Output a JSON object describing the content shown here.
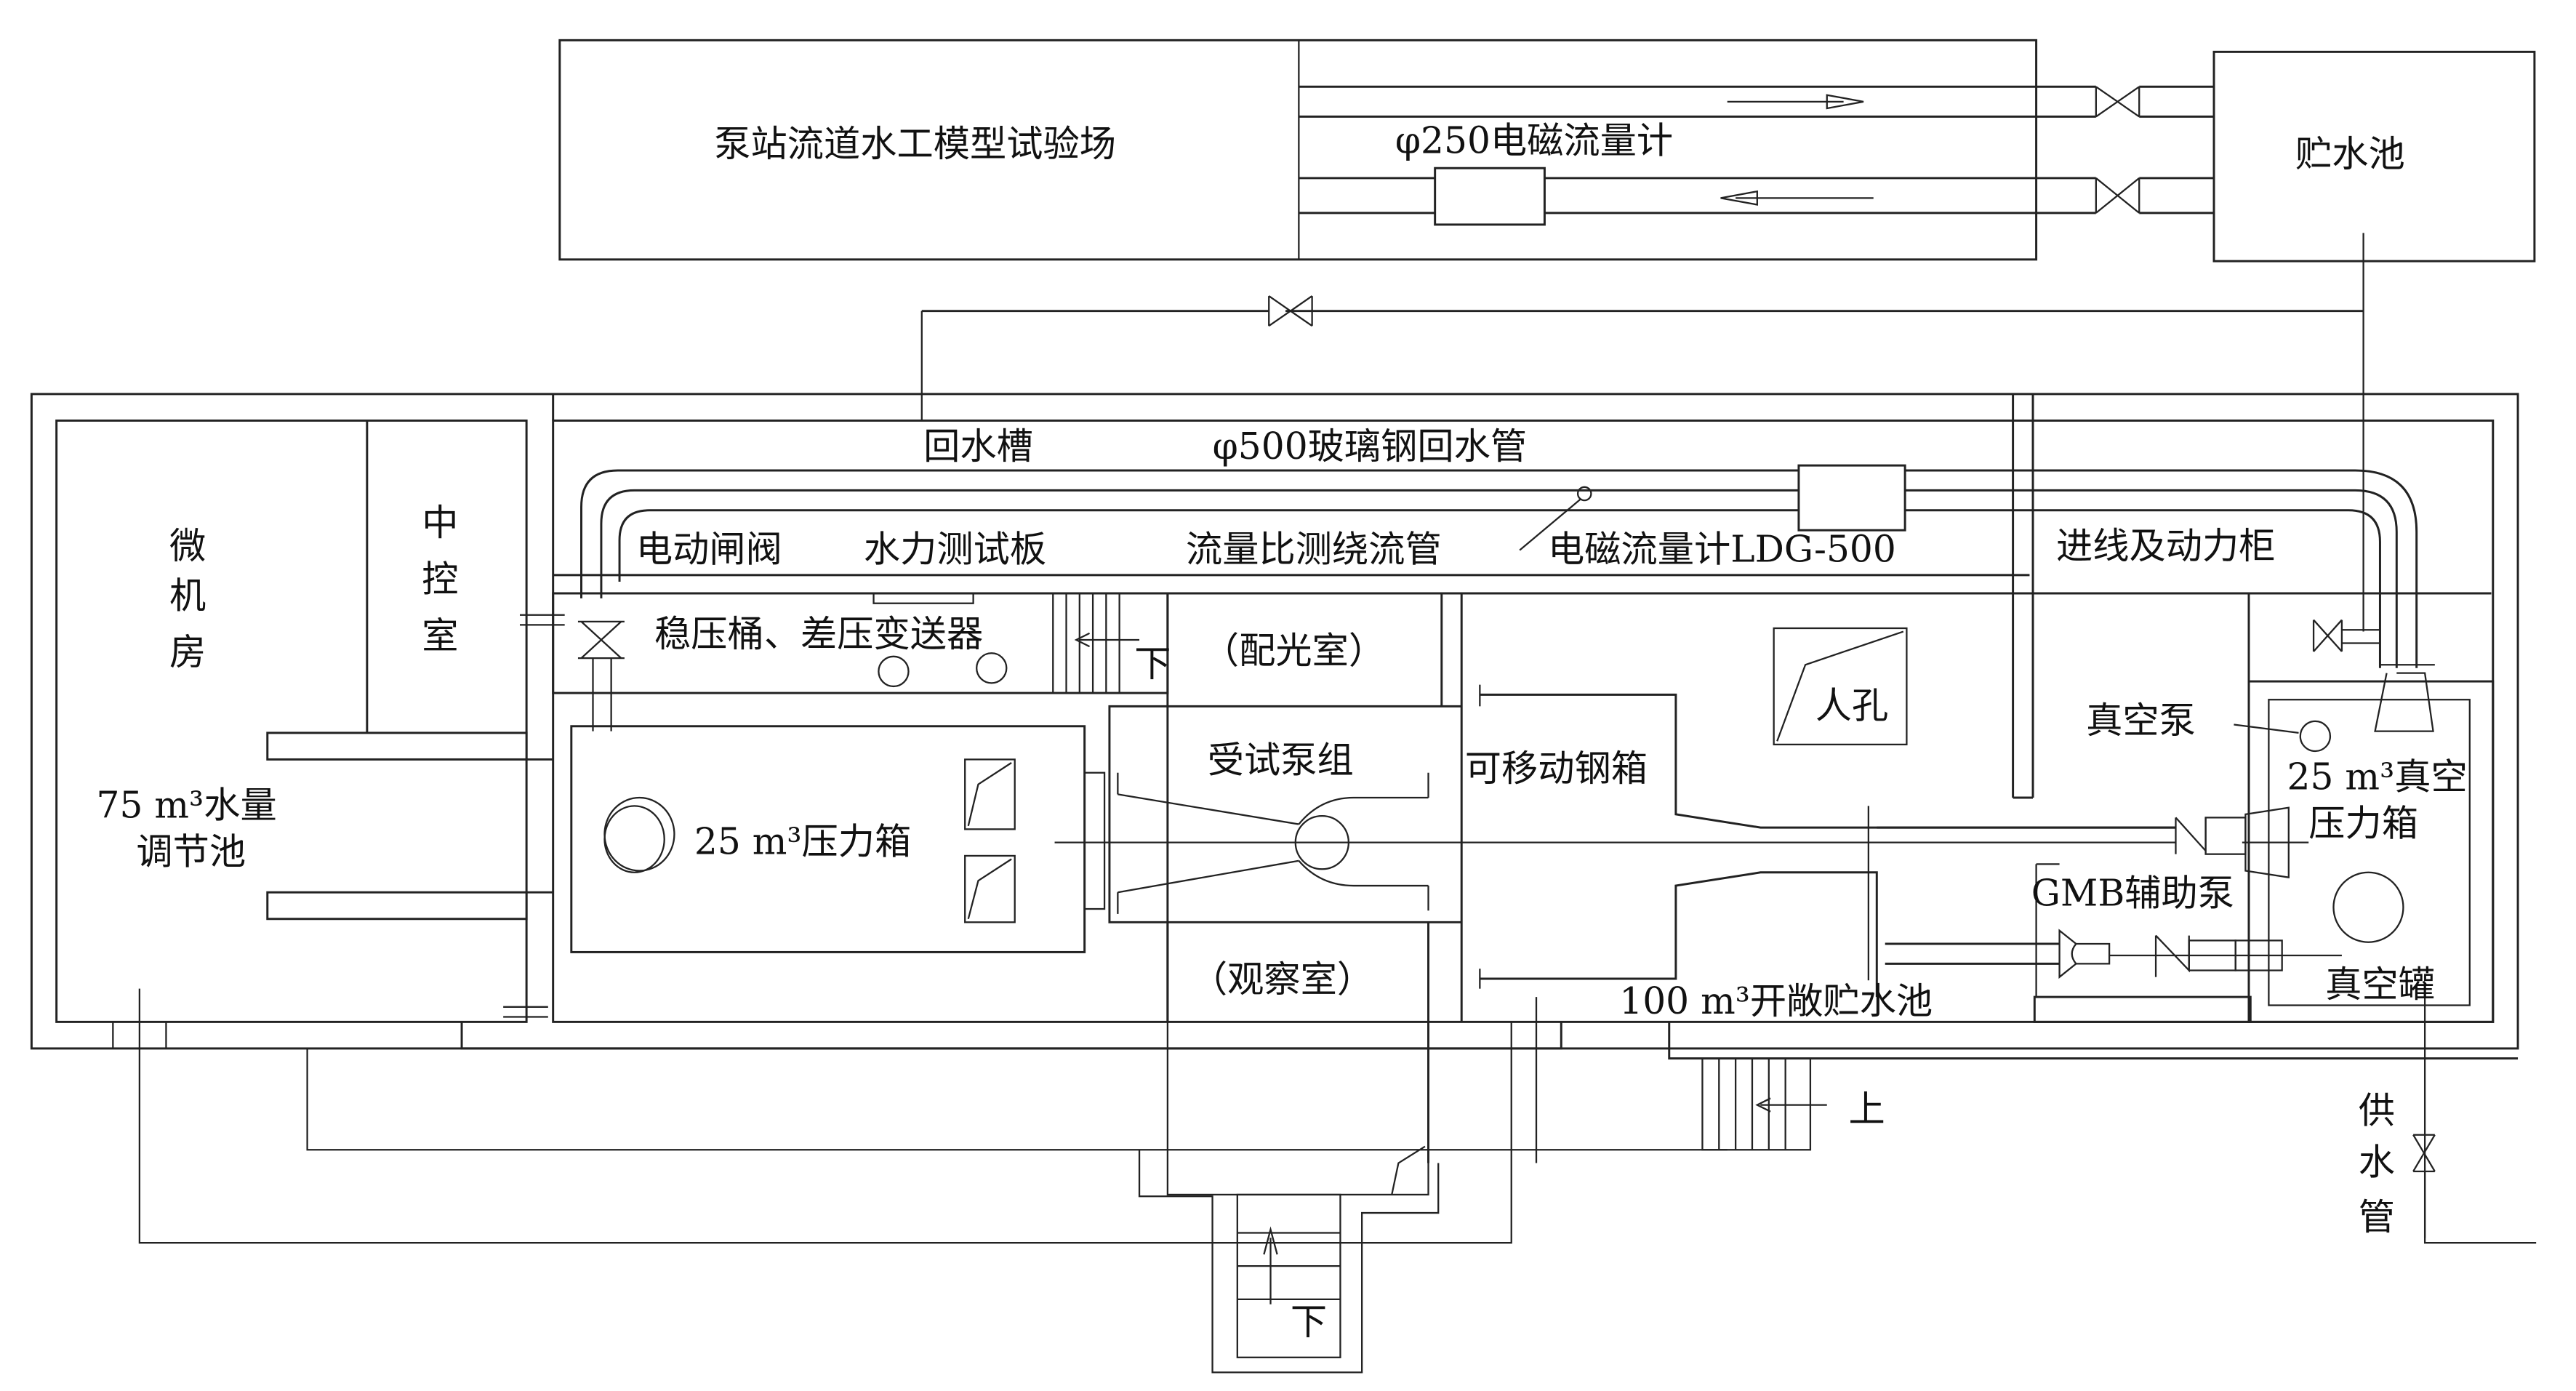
{
  "diagram": {
    "type": "pump-station-test-rig-layout",
    "labels": {
      "model_field": "泵站流道水工模型试验场",
      "flowmeter_250": "φ250电磁流量计",
      "reservoir": "贮水池",
      "return_channel": "回水槽",
      "frp_return_pipe": "φ500玻璃钢回水管",
      "electric_gate": "电动闸阀",
      "hydraulic_panel": "水力测试板",
      "bypass_pipe": "流量比测绕流管",
      "flowmeter_ldg": "电磁流量计LDG-500",
      "power_cabinet": "进线及动力柜",
      "computer_room_1": "微",
      "computer_room_2": "机",
      "computer_room_3": "房",
      "control_room_1": "中",
      "control_room_2": "控",
      "control_room_3": "室",
      "stabilizer": "稳压桶、差压变送器",
      "down_1": "下",
      "lighting_room": "（配光室）",
      "regulating_pool_1": "75 m³水量",
      "regulating_pool_2": "调节池",
      "pressure_tank": "25 m³压力箱",
      "test_pump": "受试泵组",
      "movable_tank": "可移动钢箱",
      "manhole": "人孔",
      "vacuum_pump": "真空泵",
      "vacuum_tank_1": "25 m³真空",
      "vacuum_tank_2": "压力箱",
      "gmb_pump": "GMB辅助泵",
      "vacuum_vessel": "真空罐",
      "observation_room": "（观察室）",
      "open_pool": "100 m³开敞贮水池",
      "up": "上",
      "down_2": "下",
      "supply_1": "供",
      "supply_2": "水",
      "supply_3": "管"
    }
  }
}
